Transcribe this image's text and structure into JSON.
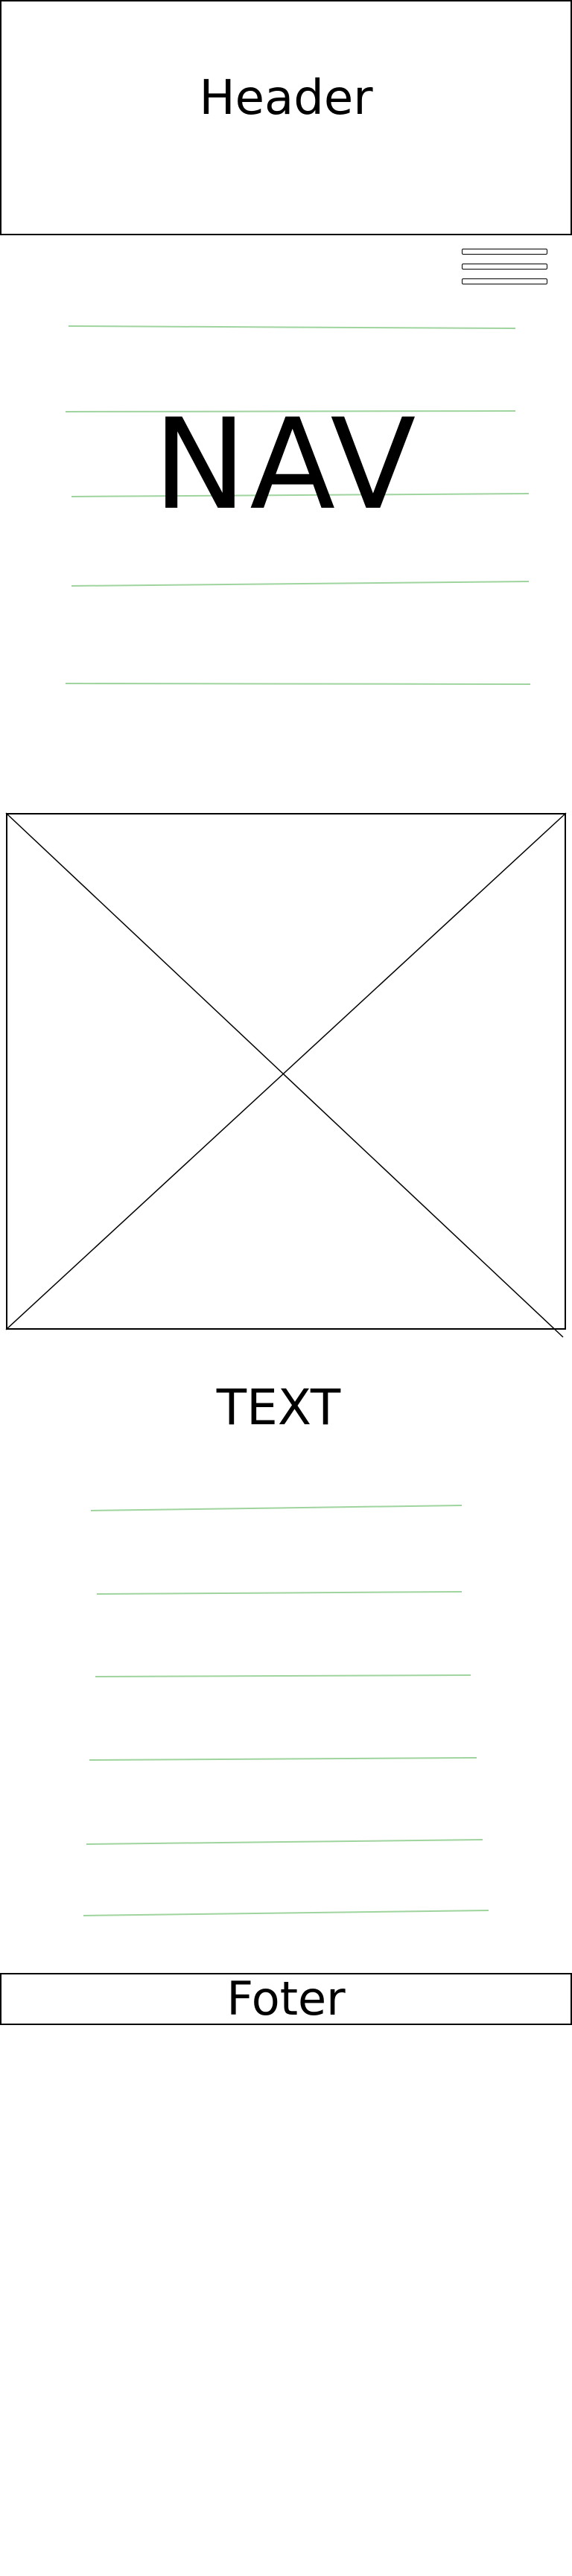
{
  "header": {
    "label": "Header"
  },
  "nav": {
    "label": "NAV",
    "menu_icon": "hamburger-menu-icon"
  },
  "image_placeholder": {
    "icon": "image-placeholder-cross"
  },
  "text_block": {
    "label": "TEXT"
  },
  "footer": {
    "label": "Foter"
  },
  "colors": {
    "stroke": "#000000",
    "placeholder_line": "#9fd49f"
  }
}
